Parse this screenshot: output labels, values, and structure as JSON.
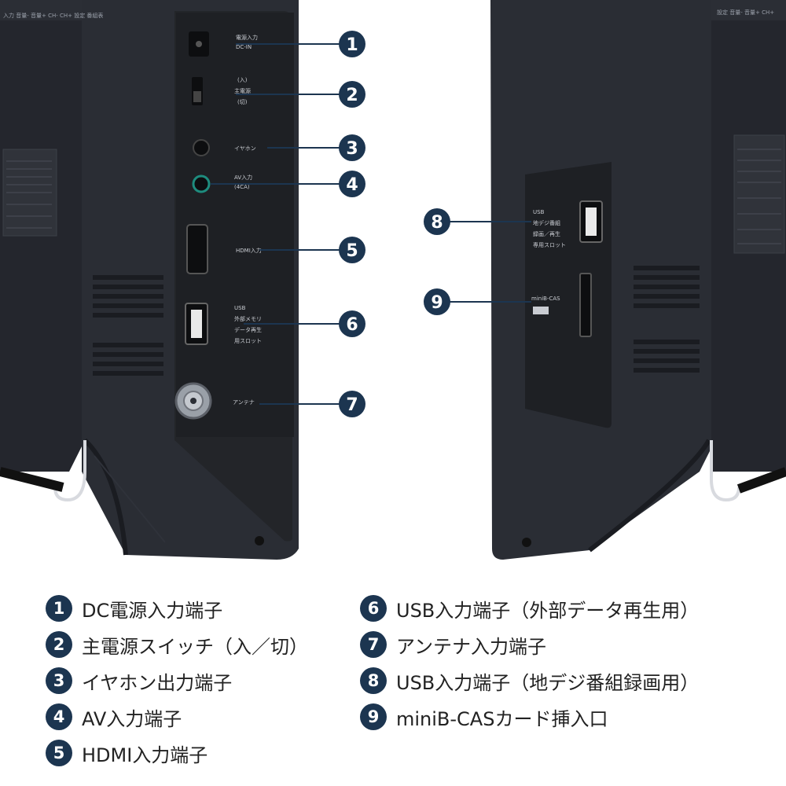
{
  "callouts": [
    {
      "num": "1",
      "label": "DC電源入力端子"
    },
    {
      "num": "2",
      "label": "主電源スイッチ（入／切）"
    },
    {
      "num": "3",
      "label": "イヤホン出力端子"
    },
    {
      "num": "4",
      "label": "AV入力端子"
    },
    {
      "num": "5",
      "label": "HDMI入力端子"
    },
    {
      "num": "6",
      "label": "USB入力端子（外部データ再生用）"
    },
    {
      "num": "7",
      "label": "アンテナ入力端子"
    },
    {
      "num": "8",
      "label": "USB入力端子（地デジ番組録画用）"
    },
    {
      "num": "9",
      "label": "miniB-CASカード挿入口"
    }
  ],
  "device_labels": {
    "dc": "電源入力",
    "dc_sub": "DC-IN",
    "sw_on": "(入)",
    "sw": "主電源",
    "sw_off": "(切)",
    "earphone": "イヤホン",
    "av": "AV入力",
    "av_sub": "(4CA)",
    "hdmi": "HDMI入力",
    "usb1": "USB",
    "usb1_a": "外部メモリ",
    "usb1_b": "データ再生",
    "usb1_c": "用スロット",
    "antenna": "アンテナ",
    "usb2": "USB",
    "usb2_a": "地デジ番組",
    "usb2_b": "録画／再生",
    "usb2_c": "専用スロット",
    "bcas": "miniB-CAS",
    "top_left": "入力 音量- 音量+ CH- CH+ 設定 番組表",
    "top_right": "設定 音量- 音量+ CH+"
  },
  "colors": {
    "accent": "#1c3550",
    "body": "#2a2d34",
    "body_dark": "#1d1f25",
    "background": "#ffffff"
  }
}
